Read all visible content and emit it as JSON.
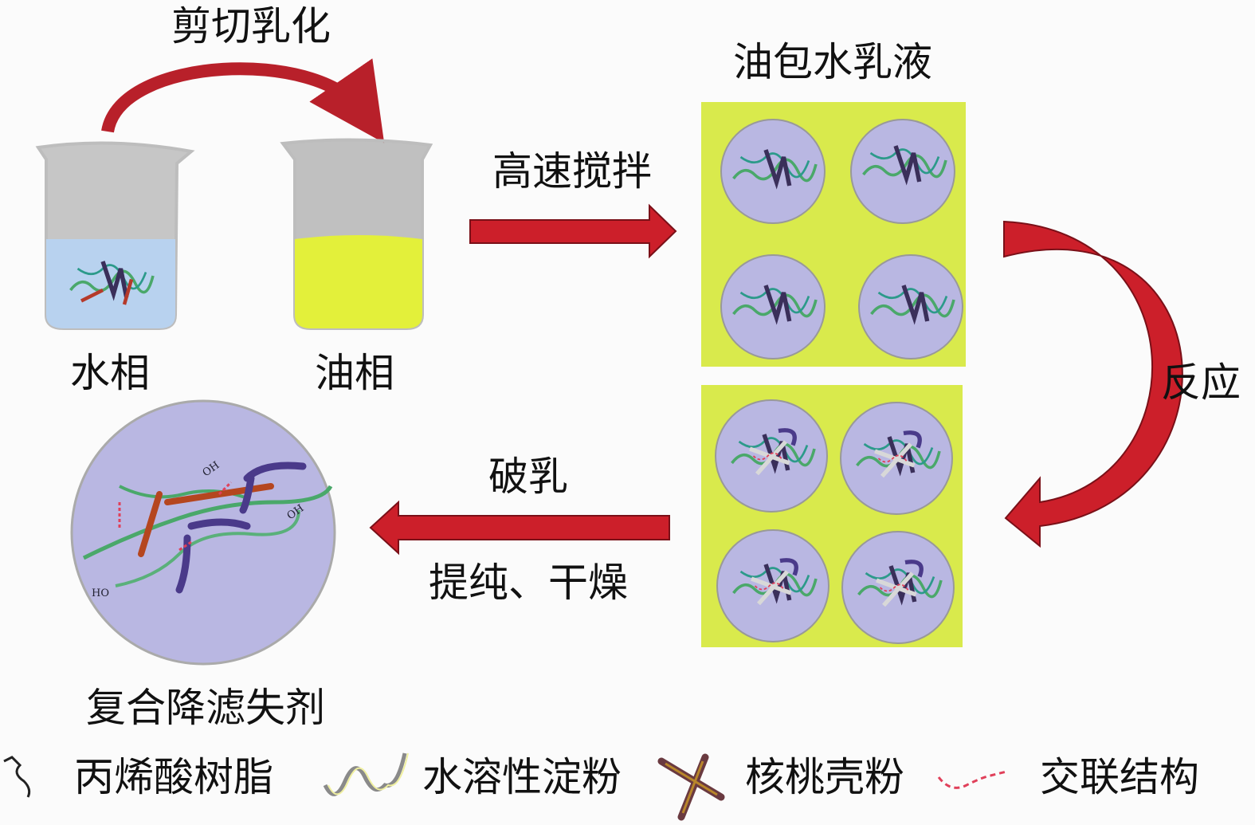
{
  "steps": {
    "shear": "剪切乳化",
    "water_phase": "水相",
    "oil_phase": "油相",
    "stir": "高速搅拌",
    "emulsion": "油包水乳液",
    "react": "反应",
    "demulsify": "破乳",
    "purify": "提纯、干燥",
    "product": "复合降滤失剂"
  },
  "product_labels": [
    "OH",
    "OH",
    "HO"
  ],
  "legend": [
    {
      "icon": "acrylic-resin-icon",
      "label": "丙烯酸树脂"
    },
    {
      "icon": "starch-icon",
      "label": "水溶性淀粉"
    },
    {
      "icon": "walnut-shell-icon",
      "label": "核桃壳粉"
    },
    {
      "icon": "crosslink-icon",
      "label": "交联结构"
    }
  ],
  "colors": {
    "arrow": "#cc1f2a",
    "panel": "#d9ea4c",
    "droplet": "#b9b7e2",
    "oil": "#e3f03a",
    "water": "#b8d2ef"
  }
}
